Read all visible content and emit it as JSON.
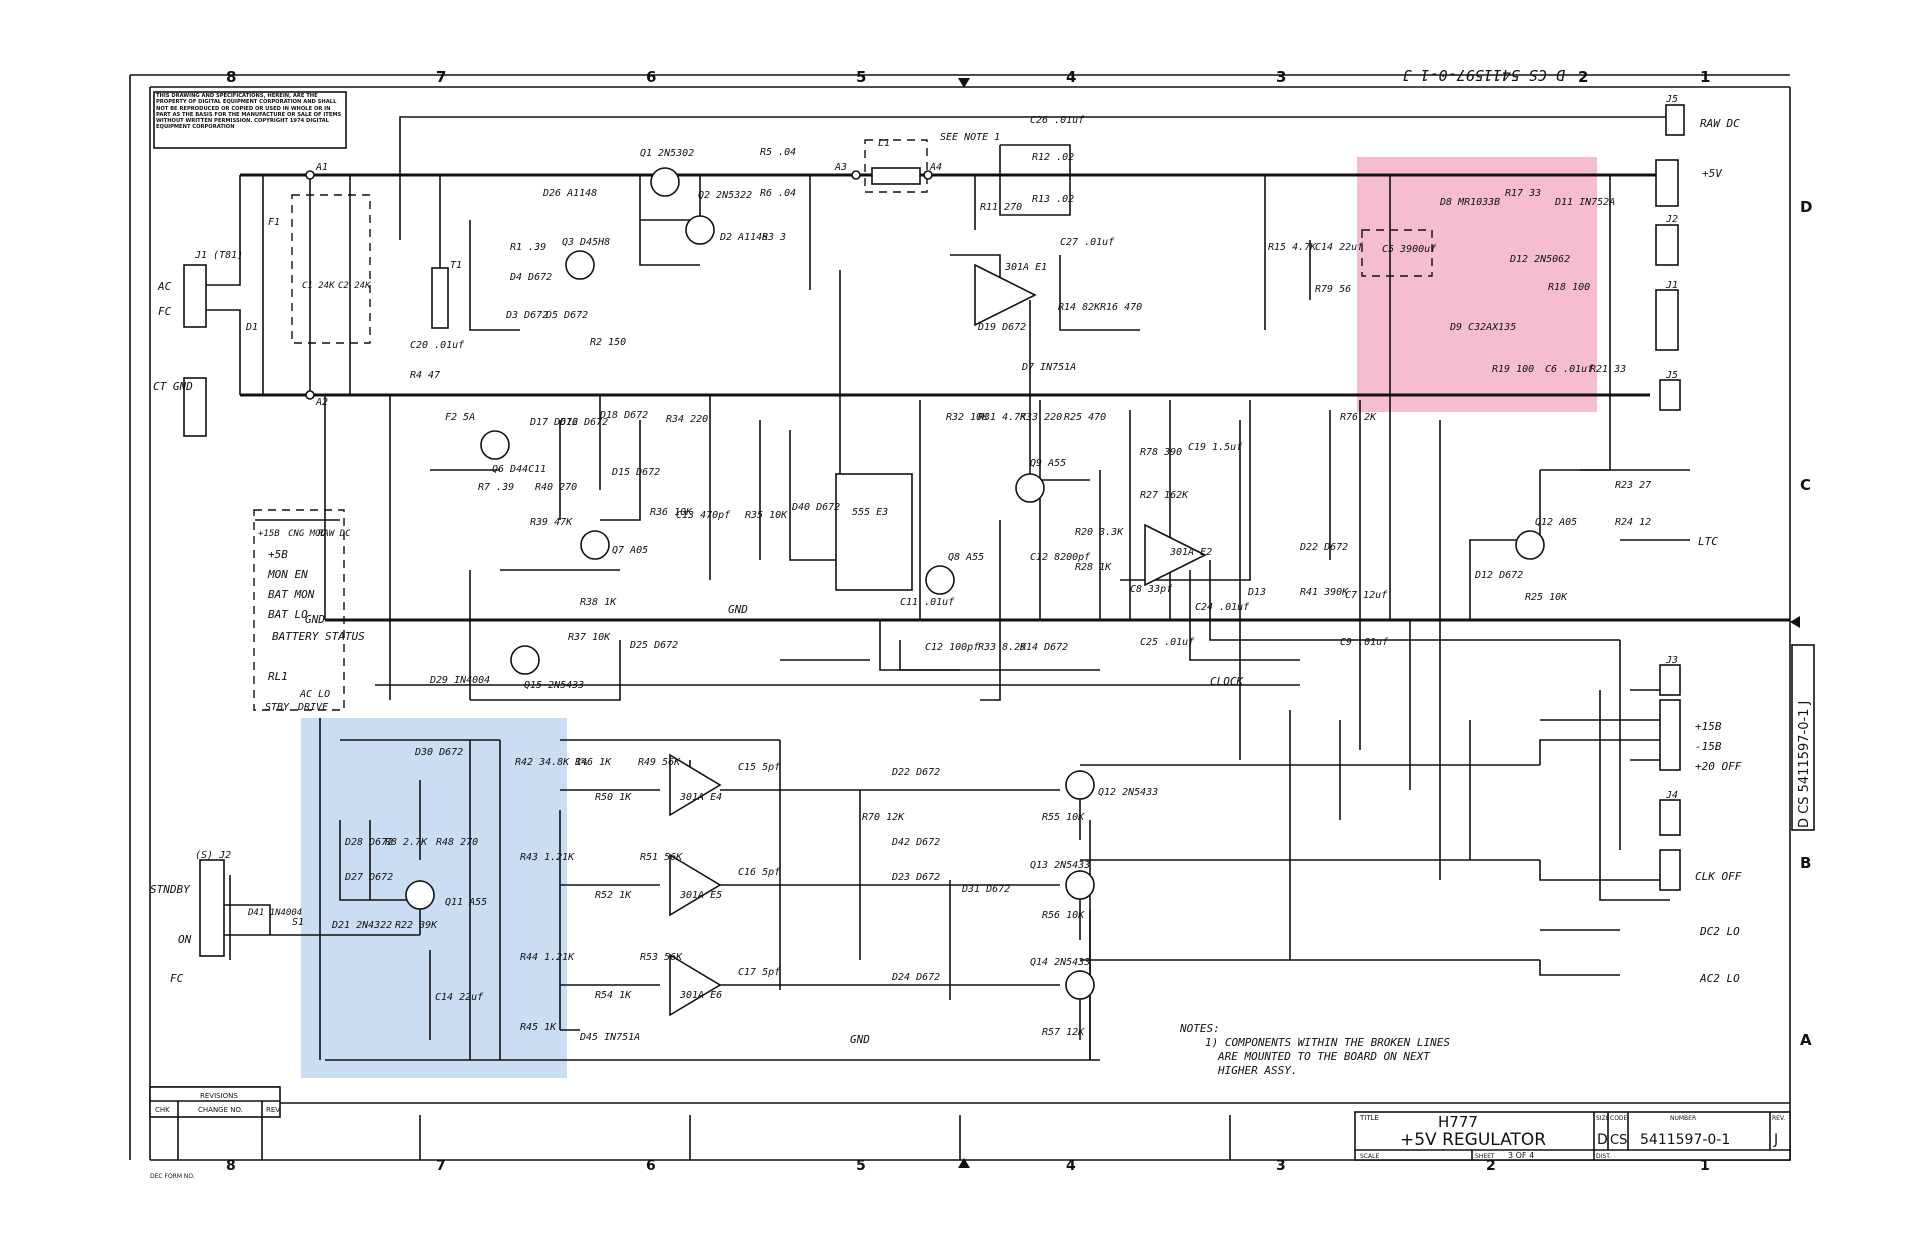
{
  "zones_top": [
    "8",
    "7",
    "6",
    "5",
    "4",
    "3",
    "2",
    "1"
  ],
  "zones_bottom": [
    "8",
    "7",
    "6",
    "5",
    "4",
    "3",
    "2",
    "1"
  ],
  "zones_side": [
    "D",
    "C",
    "B",
    "A"
  ],
  "copyright_note": "THIS DRAWING AND SPECIFICATIONS, HEREIN, ARE THE PROPERTY OF DIGITAL EQUIPMENT CORPORATION AND SHALL NOT BE REPRODUCED OR COPIED OR USED IN WHOLE OR IN PART AS THE BASIS FOR THE MANUFACTURE OR SALE OF ITEMS WITHOUT WRITTEN PERMISSION. COPYRIGHT 1974 DIGITAL EQUIPMENT CORPORATION",
  "top_corner_number": "D CS 5411597-0-1 J",
  "connectors": {
    "raw_dc": "RAW DC",
    "plus5v": "+5V",
    "ltc": "LTC",
    "clock": "CLOCK",
    "p15b": "+15B",
    "m15b": "-15B",
    "p20off": "+20 OFF",
    "clkoff": "CLK OFF",
    "dcok": "DC2 LO",
    "acok": "AC2 LO",
    "stndby": "STNDBY",
    "on": "ON",
    "fc": "FC",
    "ac": "AC",
    "ct_gnd": "CT GND",
    "j1": "J1 (T81)",
    "j2": "(S) J2",
    "j5": "J5",
    "j3": "J3",
    "j4": "J4",
    "jx2": "J2",
    "jx1": "J1",
    "jx5": "J5"
  },
  "power_header": [
    "+15B",
    "CNG MOD",
    "RAW DC"
  ],
  "status_signals": [
    "+5B",
    "MON EN",
    "BAT MON",
    "BAT LO"
  ],
  "battery_status": "BATTERY STATUS",
  "lower_signals": [
    "RL1",
    "AC LO",
    "STBY",
    "DRIVE"
  ],
  "gnd_label": "GND",
  "components": {
    "q1": "Q1 2N5302",
    "q2": "Q2 2N5322",
    "q3": "Q3 D45H8",
    "r5": "R5 .04",
    "r6": "R6 .04",
    "r3": "R3 3",
    "d2": "D2 A1148",
    "d26": "D26 A1148",
    "l1": "L1",
    "see_note": "SEE NOTE 1",
    "c26": "C26 .01uf",
    "r12": "R12 .02",
    "r13": "R13 .02",
    "r11": "R11 270",
    "c27": "C27 .01uf",
    "e1": "301A E1",
    "r14": "R14 82K",
    "r16": "R16 470",
    "d19": "D19 D672",
    "d7": "D7 IN751A",
    "d1": "D1",
    "c1": "C1 24K",
    "c2": "C2 24K",
    "f1": "F1",
    "t1": "T1",
    "a1": "A1",
    "a2": "A2",
    "a3": "A3",
    "a4": "A4",
    "d4": "D4 D672",
    "d3": "D3 D672",
    "d5": "D5 D672",
    "r1": "R1 .39",
    "r2": "R2 150",
    "c20": "C20 .01uf",
    "r4": "R4 47",
    "f2": "F2 5A",
    "q6": "Q6 D44C11",
    "r7": "R7 .39",
    "r40": "R40 270",
    "d17": "D17 D672",
    "d16": "D16 D672",
    "d18": "D18 D672",
    "d15": "D15 D672",
    "r34": "R34 220",
    "r36": "R36 10K",
    "c13": "C13 470pf",
    "r35": "R35 10K",
    "d40": "D40 D672",
    "r39": "R39 47K",
    "q7": "Q7 A05",
    "r38": "R38 1K",
    "e3": "555 E3",
    "r32": "R32 10K",
    "r31": "R31 4.7K",
    "r33x": "R33 220",
    "r25": "R25 470",
    "q9": "Q9 A55",
    "r20": "R20 3.3K",
    "c12": "C12 8200pf",
    "r28": "R28 1K",
    "q8": "Q8 A55",
    "c11": "C11 .01uf",
    "r78": "R78 390",
    "c19": "C19 1.5uf",
    "r27": "R27 162K",
    "e2": "301A E2",
    "c8": "C8 33pf",
    "c24": "C24 .01uf",
    "d13": "D13",
    "d22x": "D22 D672",
    "r41": "R41 390K",
    "c7": "C7 12uf",
    "r76": "R76 2K",
    "c25": "C25 .01uf",
    "c9": "C9 .01uf",
    "r15": "R15 4.7K",
    "c14x": "C14 22uf",
    "r79": "R79 56",
    "c5": "C5 3900uf",
    "d8": "D8 MR1033B",
    "r17": "R17 33",
    "d11": "D11 IN752A",
    "d12x": "D12 2N5062",
    "r18": "R18 100",
    "d9": "D9 C32AX135",
    "r19": "R19 100",
    "c6": "C6 .01uf",
    "r21": "R21 33",
    "r23": "R23 27",
    "r24": "R24 12",
    "q12x": "Q12 A05",
    "d12": "D12 D672",
    "r25x": "R25 10K",
    "r37": "R37 10K",
    "d25": "D25 D672",
    "q15": "Q15 2N5433",
    "d29": "D29 IN4004",
    "c12x": "C12 100pf",
    "r33": "R33 8.2K",
    "d14": "D14 D672",
    "d30": "D30 D672",
    "r42": "R42 34.8K 1%",
    "r46": "R46 1K",
    "r49": "R49 56K",
    "c15": "C15 5pf",
    "e4": "301A E4",
    "r50": "R50 1K",
    "d28": "D28 D672",
    "r8": "R8 2.7K",
    "r48": "R48 270",
    "d27": "D27 D672",
    "q11": "Q11 A55",
    "d21": "D21 2N4322",
    "r22": "R22 39K",
    "r43": "R43 1.21K",
    "r51": "R51 56K",
    "c16": "C16 5pf",
    "e5": "301A E5",
    "r52": "R52 1K",
    "c14": "C14 22uf",
    "r44": "R44 1.21K",
    "r53": "R53 56K",
    "c17": "C17 5pf",
    "e6": "301A E6",
    "r54": "R54 1K",
    "r45": "R45 1K",
    "d45": "D45 IN751A",
    "d22": "D22 D672",
    "r70": "R70 12K",
    "d42": "D42 D672",
    "d23": "D23 D672",
    "d31": "D31 D672",
    "d24": "D24 D672",
    "q12": "Q12 2N5433",
    "q13": "Q13 2N5433",
    "q14": "Q14 2N5433",
    "r55": "R55 10K",
    "r56": "R56 10K",
    "r57": "R57 12K",
    "d41": "D41 1N4004",
    "s1": "S1"
  },
  "notes": {
    "title": "NOTES:",
    "line1": "1) COMPONENTS WITHIN THE BROKEN LINES",
    "line2": "ARE MOUNTED TO THE BOARD ON NEXT",
    "line3": "HIGHER ASSY."
  },
  "revisions": {
    "header": "REVISIONS",
    "chk": "CHK",
    "change_no": "CHANGE NO.",
    "rev": "REV"
  },
  "title_block": {
    "title_label": "TITLE",
    "title_line1": "H777",
    "title_line2": "+5V REGULATOR",
    "size_label": "SIZE",
    "size": "D",
    "code_label": "CODE",
    "code": "CS",
    "number_label": "NUMBER",
    "number": "5411597-0-1",
    "rev_label": "REV.",
    "rev": "J",
    "scale_label": "SCALE",
    "sheet_label": "SHEET",
    "sheet": "3 OF 4",
    "dist_label": "DIST.",
    "form_no": "DEC FORM NO."
  },
  "side_number": "D CS 5411597-0-1 J",
  "highlight_colors": {
    "pink": "#f2a7bf",
    "blue": "#a9c6ea"
  }
}
